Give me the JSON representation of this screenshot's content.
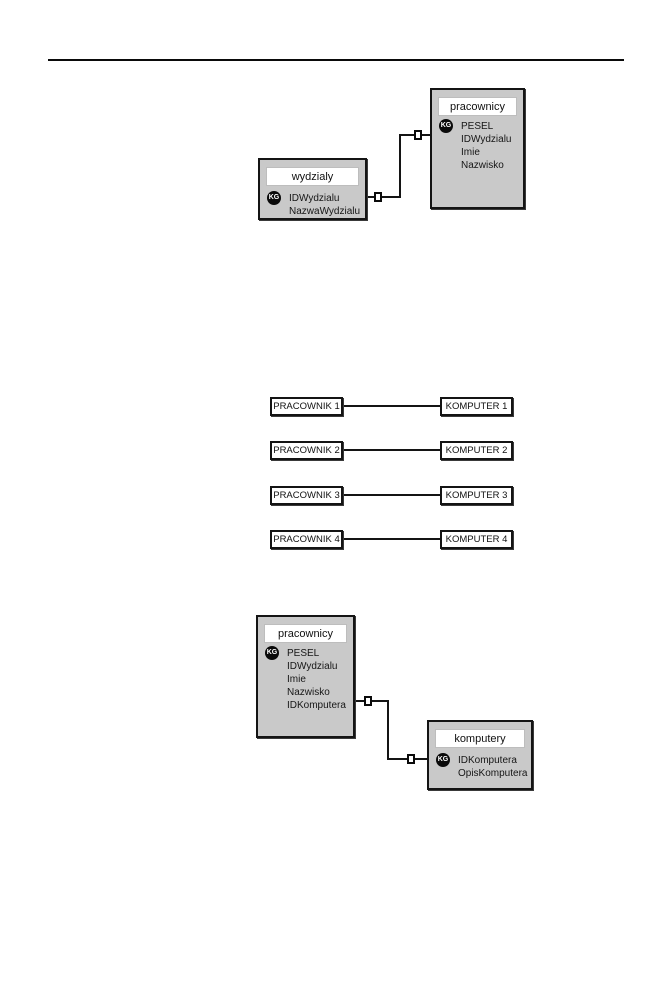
{
  "page": {
    "background": "#ffffff"
  },
  "styles": {
    "entity_fill": "#c9c9c9",
    "entity_border": "#141414",
    "title_fill": "#ffffff",
    "badge_fill": "#0a0a0a",
    "badge_text_color": "#ffffff",
    "line_color": "#141414"
  },
  "badge_label": "KG",
  "top_diagram": {
    "pracownicy": {
      "title": "pracownicy",
      "fields": [
        "PESEL",
        "IDWydzialu",
        "Imie",
        "Nazwisko"
      ]
    },
    "wydzialy": {
      "title": "wydzialy",
      "fields": [
        "IDWydzialu",
        "NazwaWydzialu"
      ]
    }
  },
  "middle_diagram": {
    "rows": [
      {
        "left": "PRACOWNIK 1",
        "right": "KOMPUTER 1"
      },
      {
        "left": "PRACOWNIK 2",
        "right": "KOMPUTER 2"
      },
      {
        "left": "PRACOWNIK 3",
        "right": "KOMPUTER 3"
      },
      {
        "left": "PRACOWNIK 4",
        "right": "KOMPUTER 4"
      }
    ]
  },
  "bottom_diagram": {
    "pracownicy": {
      "title": "pracownicy",
      "fields": [
        "PESEL",
        "IDWydzialu",
        "Imie",
        "Nazwisko",
        "IDKomputera"
      ]
    },
    "komputery": {
      "title": "komputery",
      "fields": [
        "IDKomputera",
        "OpisKomputera"
      ]
    }
  }
}
